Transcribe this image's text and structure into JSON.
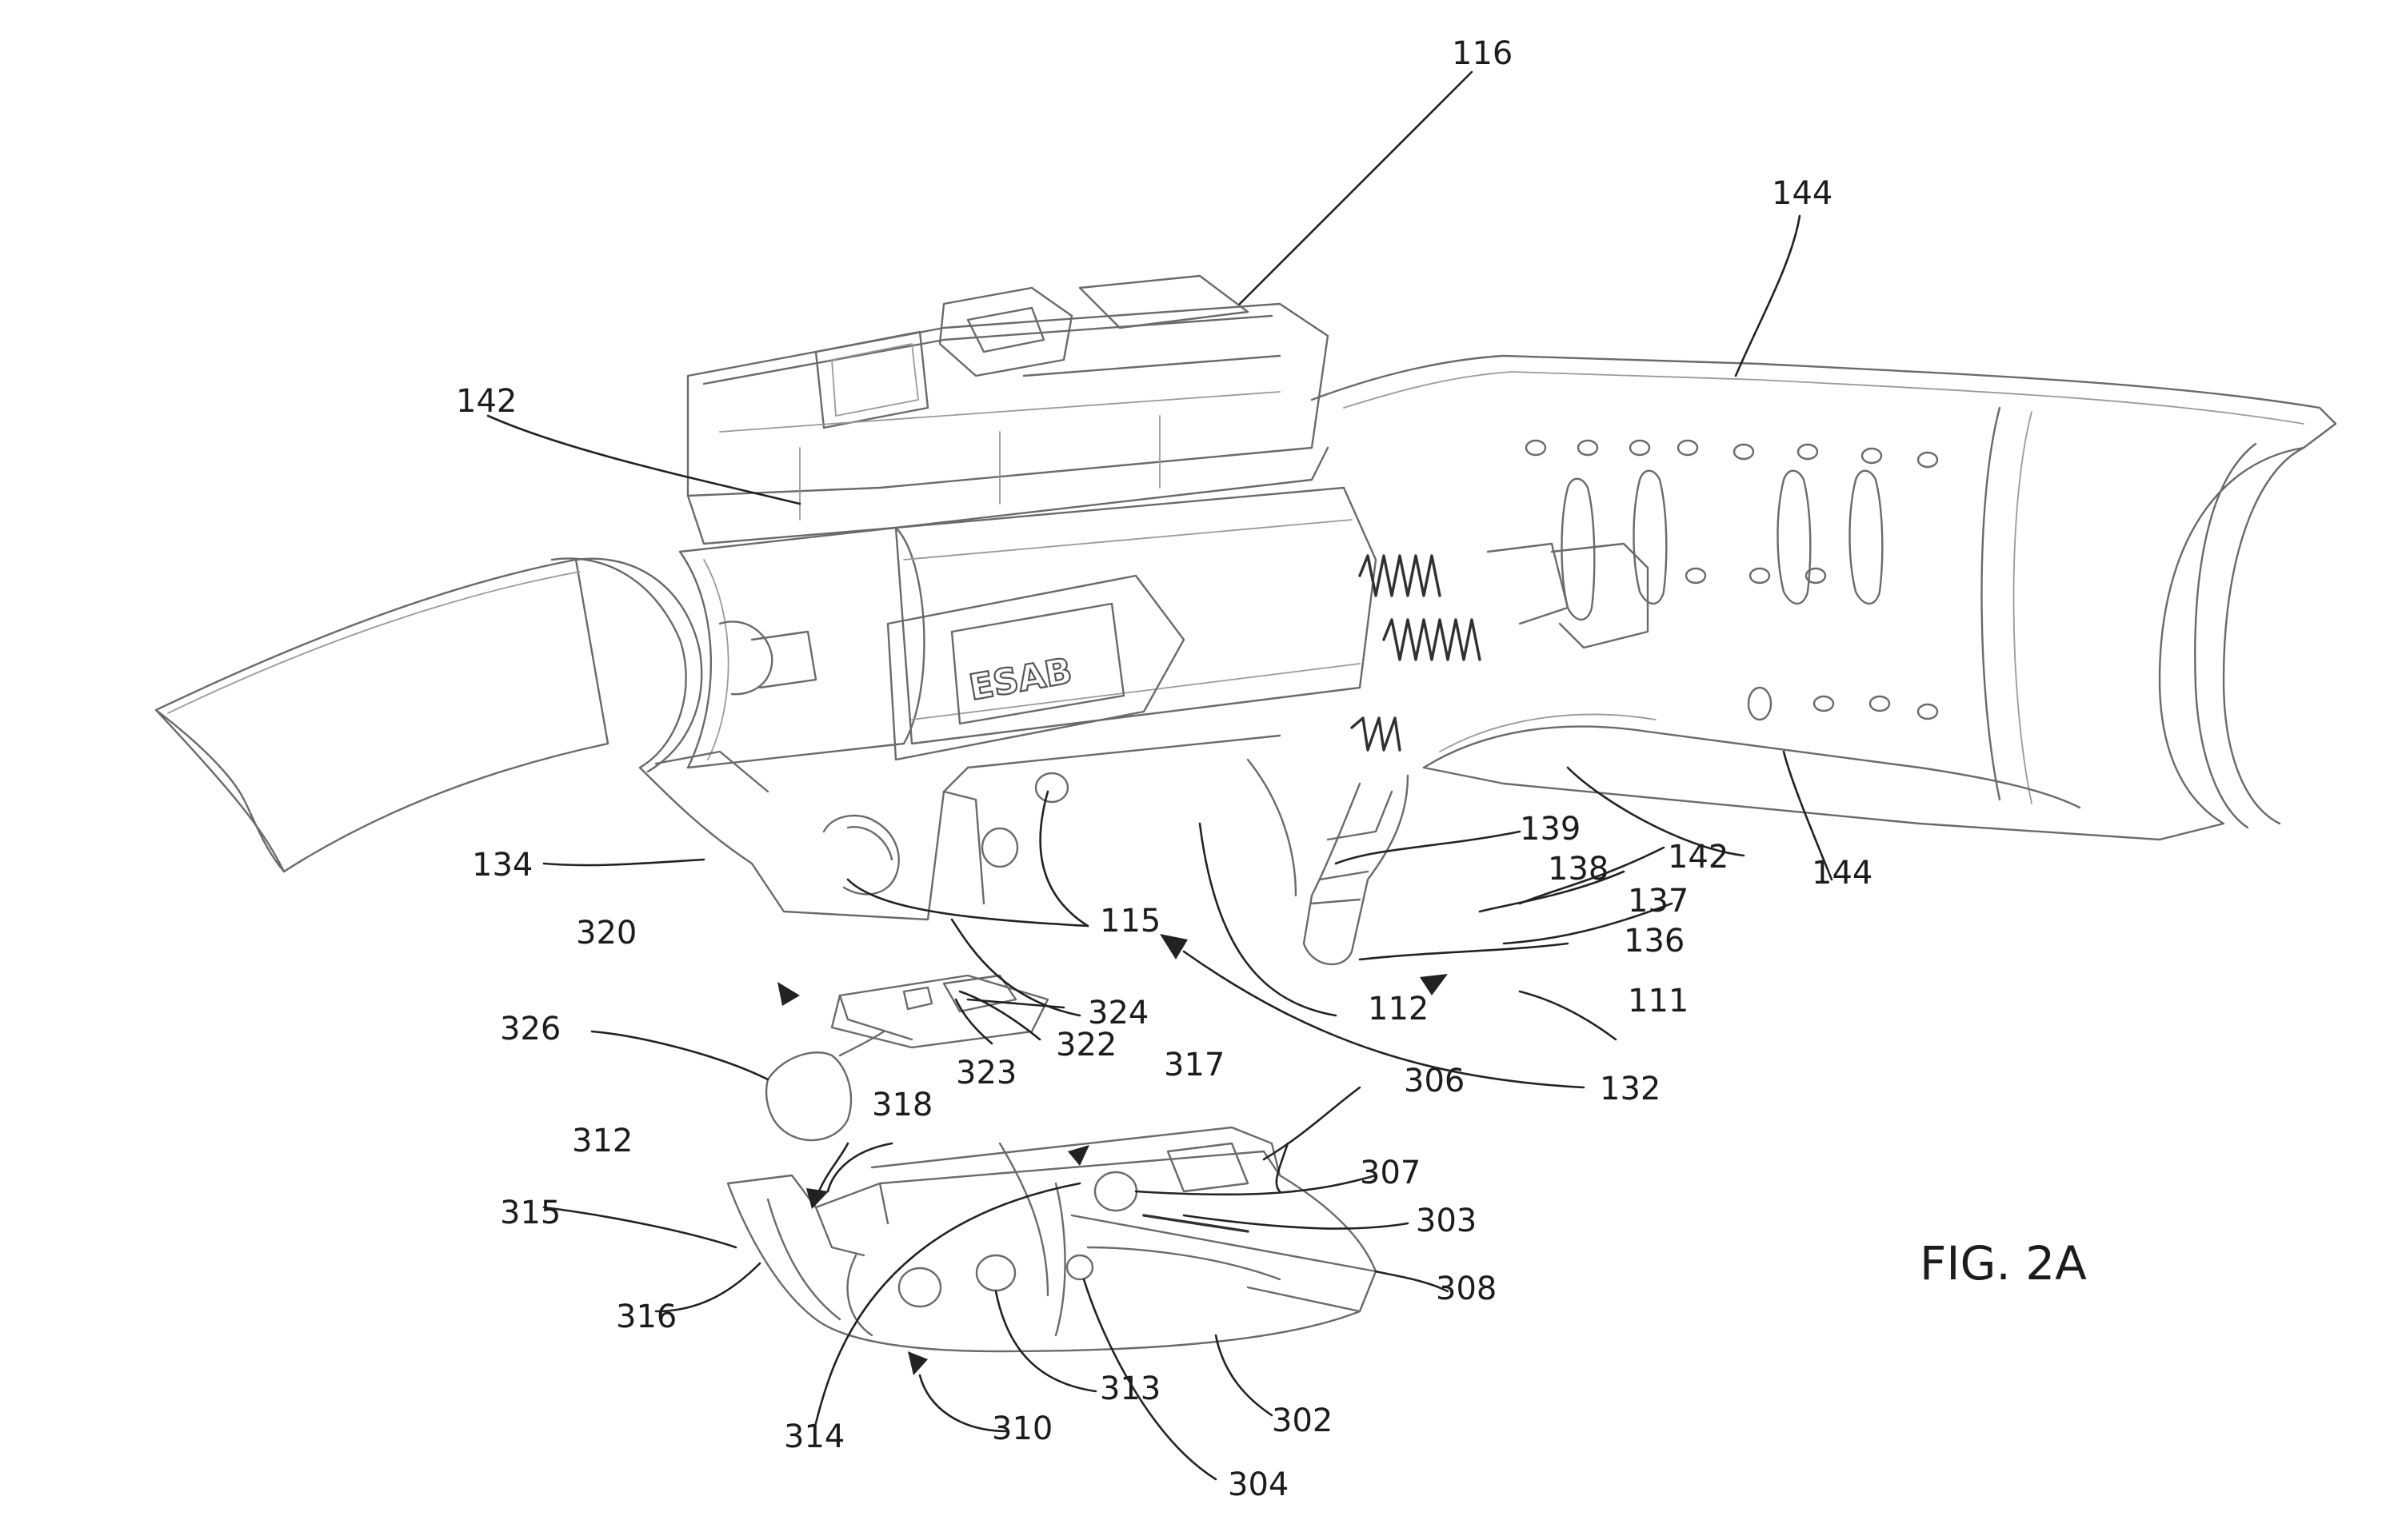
{
  "figure": {
    "label": "FIG. 2A"
  },
  "brand_logo": "ESAB",
  "reference_numerals": [
    "116",
    "144",
    "142",
    "134",
    "115",
    "139",
    "142",
    "138",
    "137",
    "144",
    "136",
    "111",
    "112",
    "132",
    "320",
    "324",
    "322",
    "326",
    "323",
    "317",
    "306",
    "318",
    "312",
    "307",
    "315",
    "303",
    "308",
    "316",
    "313",
    "302",
    "314",
    "310",
    "304"
  ]
}
